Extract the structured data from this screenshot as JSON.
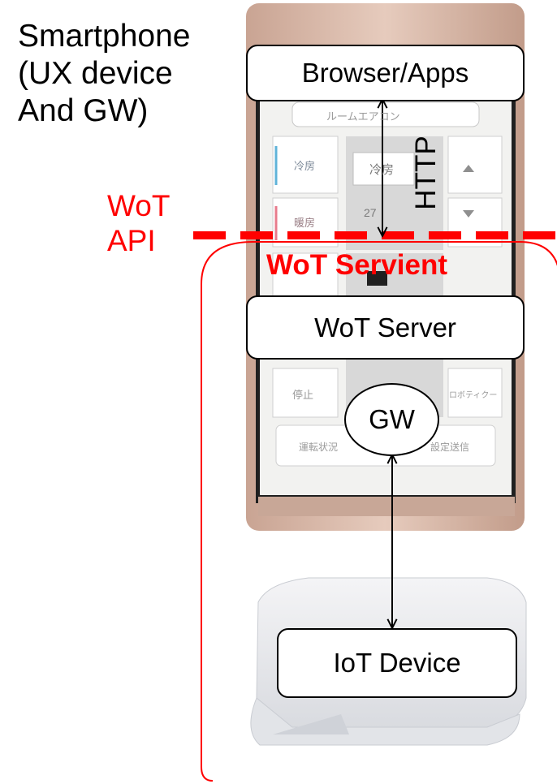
{
  "smartphone_label": [
    "Smartphone",
    "(UX device",
    "And GW)"
  ],
  "wot_api_label": [
    "WoT",
    "API"
  ],
  "servient_title": "WoT Servient",
  "boxes": {
    "browser": "Browser/Apps",
    "server": "WoT Server",
    "iot": "IoT Device"
  },
  "gw_label": "GW",
  "http_label": "HTTP",
  "phone_screen_texts": [
    "ルームエアコン",
    "冷房",
    "冷房",
    "暖房",
    "27",
    "停止",
    "ロボティクー",
    "運転状況",
    "設定送信"
  ],
  "colors": {
    "accent": "#ff0000",
    "line": "#000000",
    "phone_frame": "#d9b8a8",
    "phone_screen": "#f2f2f0"
  }
}
